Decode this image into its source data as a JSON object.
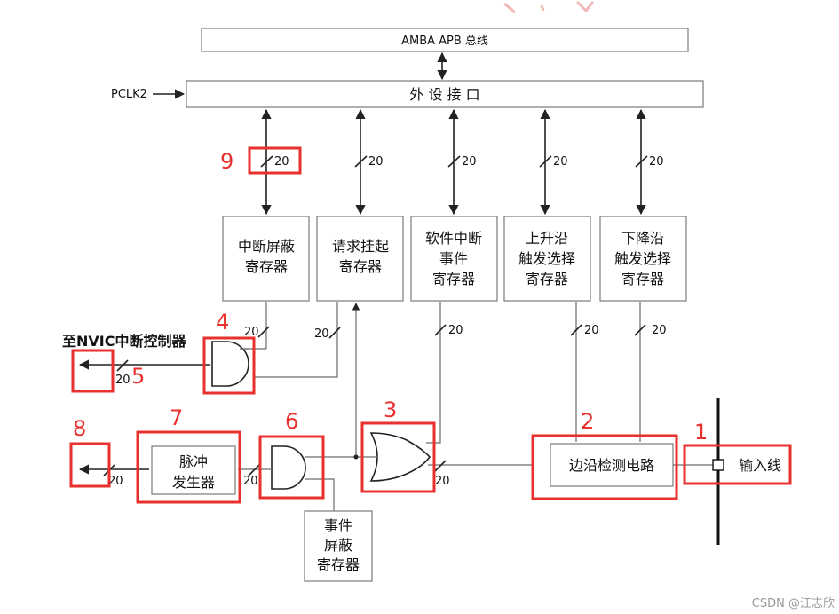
{
  "bus_title": "AMBA APB 总线",
  "pclk_label": "PCLK2",
  "peripheral_interface": "外 设 接 口",
  "bus_width": "20",
  "registers": {
    "interrupt_mask": [
      "中断屏蔽",
      "寄存器"
    ],
    "pending_request": [
      "请求挂起",
      "寄存器"
    ],
    "software_interrupt": [
      "软件中断",
      "事件",
      "寄存器"
    ],
    "rising_trigger": [
      "上升沿",
      "触发选择",
      "寄存器"
    ],
    "falling_trigger": [
      "下降沿",
      "触发选择",
      "寄存器"
    ],
    "event_mask": [
      "事件",
      "屏蔽",
      "寄存器"
    ]
  },
  "pulse_generator": [
    "脉冲",
    "发生器"
  ],
  "edge_detect": "边沿检测电路",
  "input_line": "输入线",
  "nvic_label": "至NVIC中断控制器",
  "markers": [
    "1",
    "2",
    "3",
    "4",
    "5",
    "6",
    "7",
    "8",
    "9"
  ],
  "watermark": "CSDN @江志欣"
}
